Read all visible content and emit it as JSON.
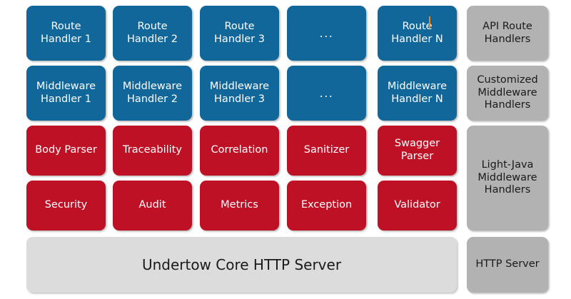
{
  "diagram": {
    "title": "Light-Java / Undertow HTTP server handler chain architecture",
    "background": "#ffffff",
    "colors": {
      "blue": "#11679A",
      "red": "#BE1126",
      "gray": "#B2B2B2",
      "light_gray": "#DCDCDC",
      "caret": "#E08A2E",
      "box_text_light": "#ffffff",
      "box_text_dark": "#1a1a1a"
    }
  },
  "rows": {
    "route_handlers": {
      "color": "blue",
      "label": "API Route\nHandlers",
      "cells": [
        "Route\nHandler 1",
        "Route\nHandler 2",
        "Route\nHandler 3",
        "...",
        "Route\nHandler N"
      ]
    },
    "middleware_handlers": {
      "color": "blue",
      "label": "Customized\nMiddleware\nHandlers",
      "cells": [
        "Middleware\nHandler 1",
        "Middleware\nHandler 2",
        "Middleware\nHandler 3",
        "...",
        "Middleware\nHandler N"
      ]
    },
    "light_java_row_1": {
      "color": "red",
      "cells": [
        "Body Parser",
        "Traceability",
        "Correlation",
        "Sanitizer",
        "Swagger\nParser"
      ]
    },
    "light_java_row_2": {
      "color": "red",
      "cells": [
        "Security",
        "Audit",
        "Metrics",
        "Exception",
        "Validator"
      ]
    },
    "light_java_label": "Light-Java\nMiddleware\nHandlers",
    "http_server": {
      "color": "light_gray",
      "bar_label": "Undertow Core HTTP Server",
      "label": "HTTP Server"
    }
  },
  "artifacts": {
    "text_caret_in": "Route\nHandler N"
  }
}
